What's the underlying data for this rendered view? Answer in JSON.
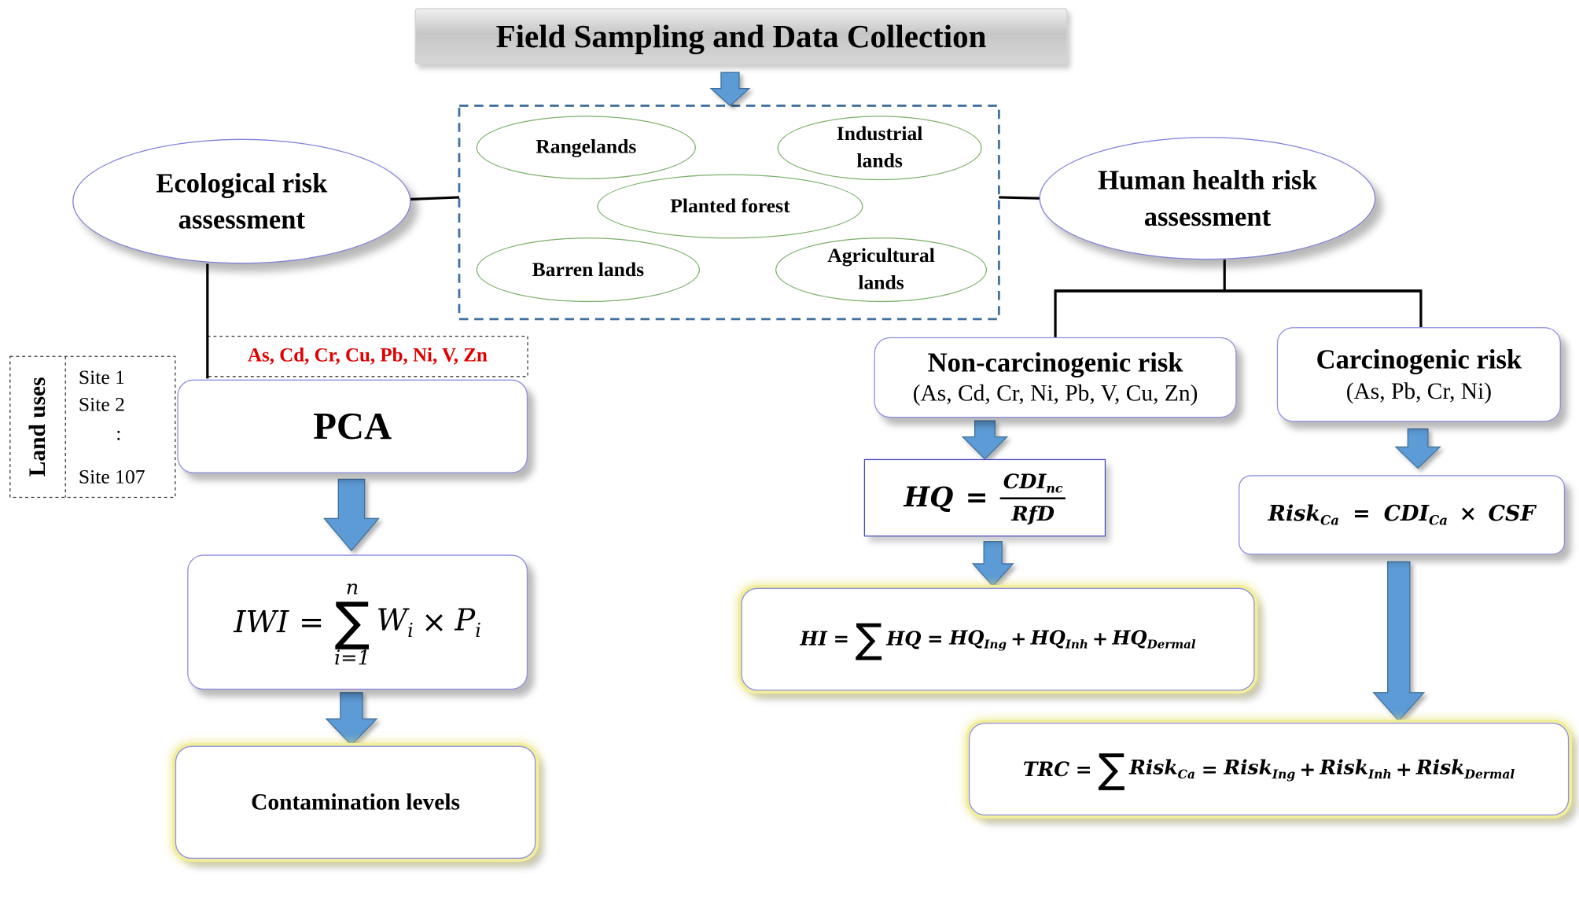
{
  "header": {
    "title": "Field Sampling and Data Collection"
  },
  "land_use_types": {
    "rangelands": "Rangelands",
    "industrial": "Industrial lands",
    "planted_forest": "Planted forest",
    "barren": "Barren lands",
    "agricultural": "Agricultural lands"
  },
  "ecological": {
    "title": "Ecological risk assessment",
    "metals": "As, Cd, Cr, Cu, Pb, Ni, V, Zn",
    "pca": "PCA",
    "iwi": {
      "lhs": "IWI",
      "upper": "n",
      "lower": "i=1",
      "w": "W",
      "w_sub": "i",
      "p": "P",
      "p_sub": "i"
    },
    "result": "Contamination levels"
  },
  "land_uses": {
    "label": "Land uses",
    "sites": [
      "Site 1",
      "Site 2",
      ":",
      "Site 107"
    ]
  },
  "human_health": {
    "title": "Human health risk assessment",
    "noncarcinogenic": {
      "title": "Non-carcinogenic risk",
      "metals": "(As, Cd, Cr, Ni, Pb, V, Cu, Zn)"
    },
    "carcinogenic": {
      "title": "Carcinogenic risk",
      "metals": "(As, Pb, Cr, Ni)"
    },
    "hq": {
      "lhs": "HQ",
      "num": "CDI",
      "num_sub": "nc",
      "den": "RfD"
    },
    "hi": {
      "lhs": "HI",
      "sum_term": "HQ",
      "t1": "HQ",
      "t1_sub": "Ing",
      "t2": "HQ",
      "t2_sub": "Inh",
      "t3": "HQ",
      "t3_sub": "Dermal"
    },
    "risk": {
      "lhs": "Risk",
      "lhs_sub": "Ca",
      "t1": "CDI",
      "t1_sub": "Ca",
      "t2": "CSF"
    },
    "trc": {
      "lhs": "TRC",
      "sum_term": "Risk",
      "sum_sub": "Ca",
      "t1": "Risk",
      "t1_sub": "Ing",
      "t2": "Risk",
      "t2_sub": "Inh",
      "t3": "Risk",
      "t3_sub": "Dermal"
    }
  },
  "colors": {
    "arrow": "#5b9bd5",
    "metals_text": "#e00000",
    "ellipse_border": "#7e7ed8",
    "green_ellipse": "#7ab06a",
    "dashed_box": "#41719c"
  }
}
